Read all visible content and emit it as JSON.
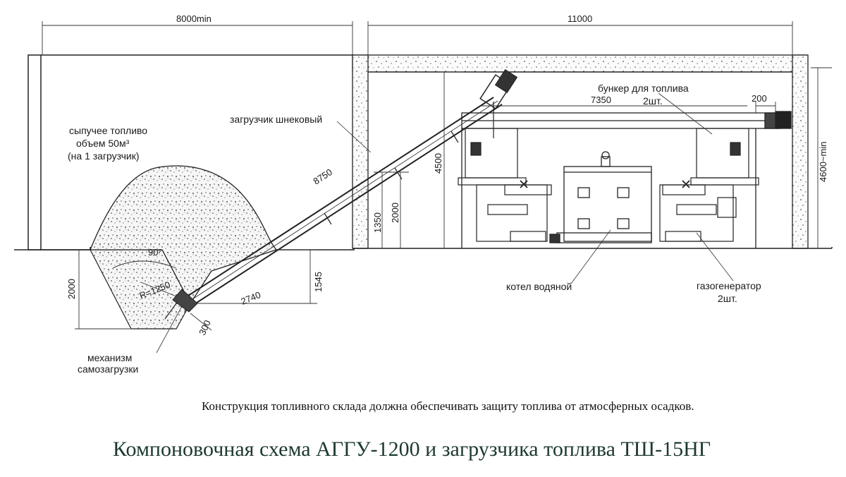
{
  "dimensions": {
    "storage_width": "8000min",
    "building_width": "11000",
    "auger_length": "8750",
    "hopper_span": "7350",
    "offset_200": "200",
    "height_4500": "4500",
    "height_4600": "4600~min",
    "height_1350": "1350",
    "height_2000_wall": "2000",
    "pit_depth": "2000",
    "auger_rise": "1545",
    "base_length": "2740",
    "base_offset": "300",
    "angle": "90°",
    "radius": "R=1250"
  },
  "labels": {
    "fuel_line1": "сыпучее топливо",
    "fuel_line2": "объем  50м³",
    "fuel_line3": "(на 1 загрузчик)",
    "auger": "загрузчик шнековый",
    "hopper_line1": "бункер для топлива",
    "hopper_line2": "2шт.",
    "boiler": "котел водяной",
    "gasgen_line1": "газогенератор",
    "gasgen_line2": "2шт.",
    "mech_line1": "механизм",
    "mech_line2": "самозагрузки"
  },
  "note": "Конструкция топливного склада должна обеспечивать защиту топлива от атмосферных осадков.",
  "title": "Компоновочная схема АГГУ-1200 и загрузчика топлива ТШ-15НГ"
}
